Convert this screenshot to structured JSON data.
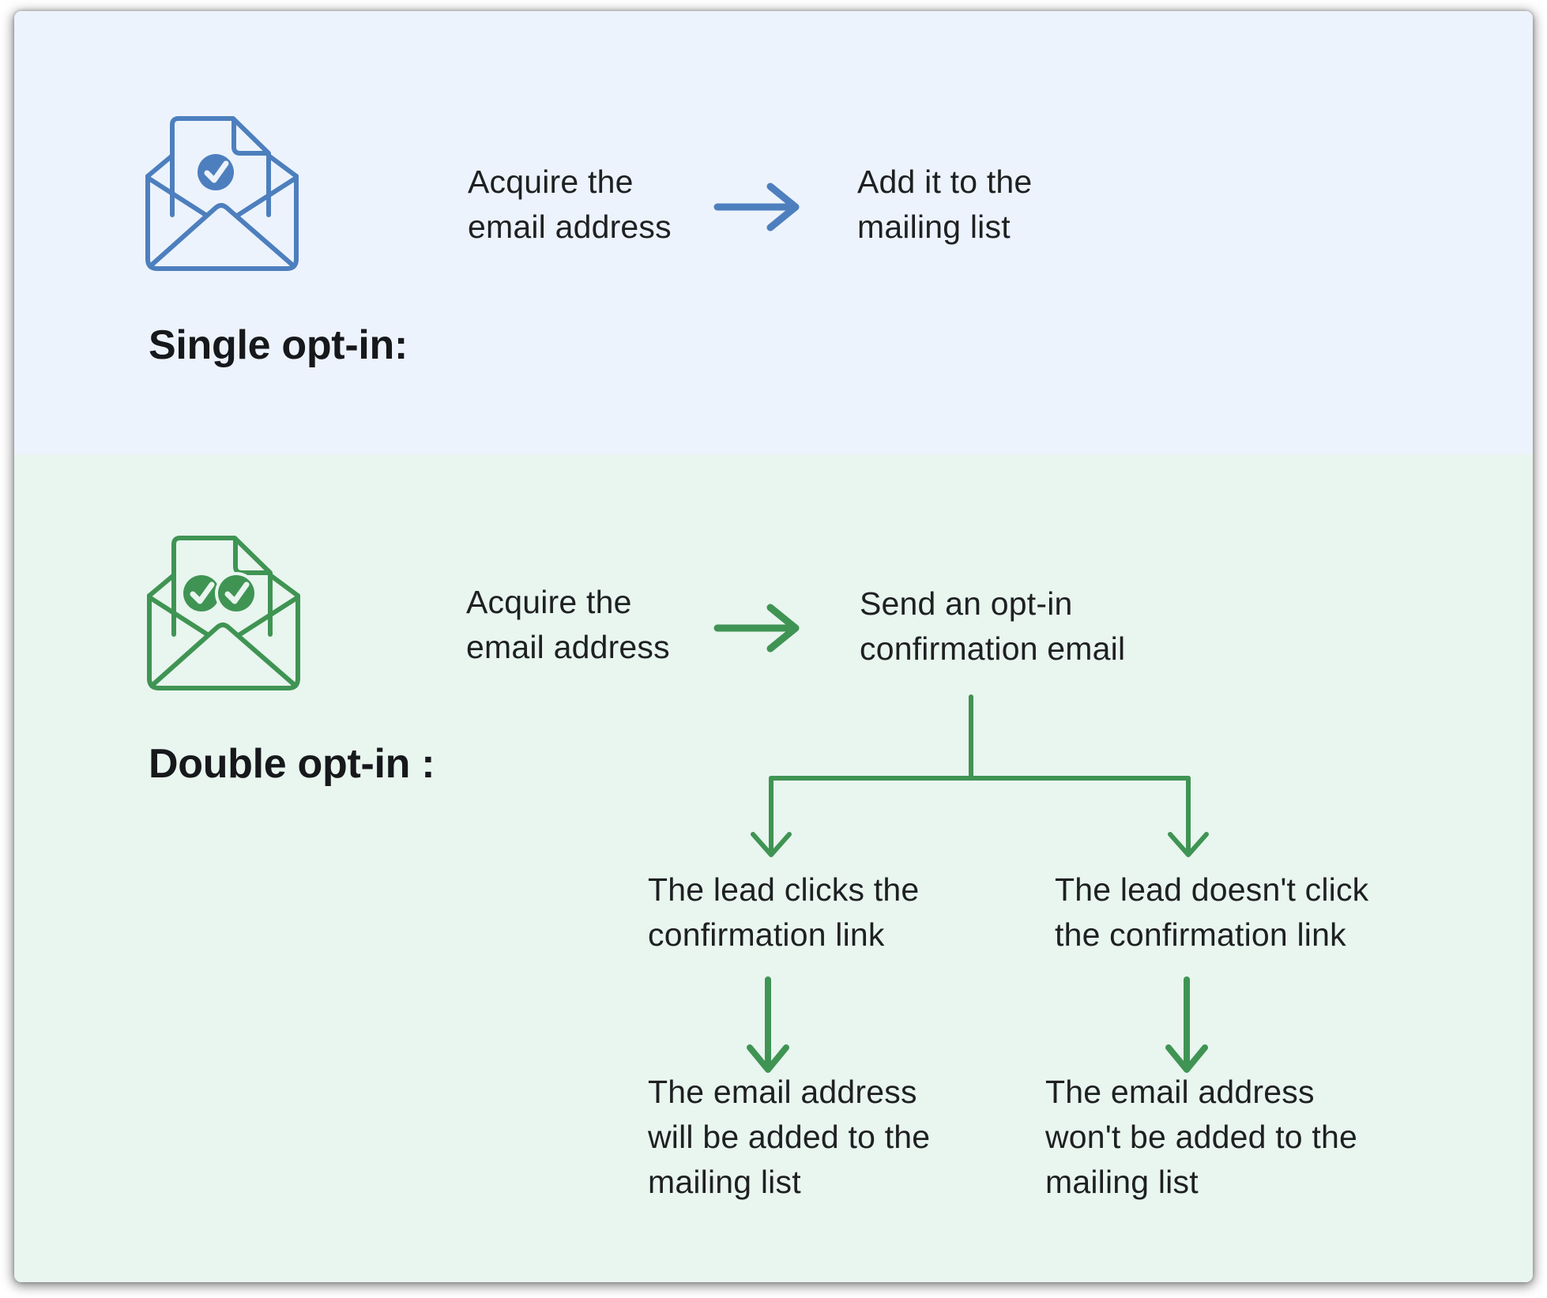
{
  "meta": {
    "description": "Flowchart infographic comparing single opt-in and double opt-in email subscription processes"
  },
  "colors": {
    "single_accent": "#4d7fbe",
    "double_accent": "#3f9453",
    "single_bg": "#edf3fc",
    "double_bg": "#e9f5ef",
    "text": "#1e2022",
    "title_text": "#16181b",
    "page_bg": "#ffffff"
  },
  "single": {
    "title": "Single opt-in:",
    "icon": "envelope-single-check-icon",
    "steps": {
      "acquire": {
        "line1": "Acquire the",
        "line2": "email address"
      },
      "add": {
        "line1": "Add it to the",
        "line2": "mailing list"
      }
    }
  },
  "double": {
    "title": "Double opt-in :",
    "icon": "envelope-double-check-icon",
    "steps": {
      "acquire": {
        "line1": "Acquire the",
        "line2": "email address"
      },
      "send": {
        "line1": "Send an opt-in",
        "line2": "confirmation email"
      },
      "branch_left": {
        "line1": "The lead clicks the",
        "line2": "confirmation link"
      },
      "branch_right": {
        "line1": "The lead doesn't click",
        "line2": "the confirmation link"
      },
      "result_left": {
        "line1": "The email address",
        "line2": "will be added to the",
        "line3": "mailing list"
      },
      "result_right": {
        "line1": "The email address",
        "line2": "won't be added to the",
        "line3": "mailing list"
      }
    }
  }
}
